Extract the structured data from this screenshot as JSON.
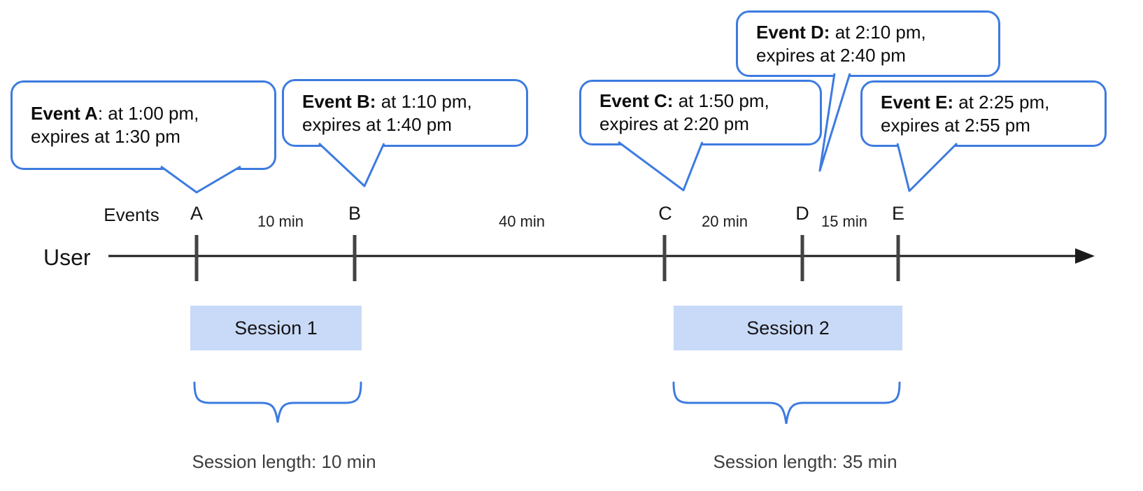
{
  "colors": {
    "accent_blue": "#3d7be0",
    "session_fill": "#c9daf8",
    "tick_gray": "#434343",
    "line_black": "#1b1b1b"
  },
  "timeline": {
    "user_label": "User",
    "events_label": "Events",
    "events": [
      {
        "letter": "A"
      },
      {
        "letter": "B"
      },
      {
        "letter": "C"
      },
      {
        "letter": "D"
      },
      {
        "letter": "E"
      }
    ],
    "intervals": [
      {
        "label": "10 min"
      },
      {
        "label": "40 min"
      },
      {
        "label": "20 min"
      },
      {
        "label": "15 min"
      }
    ]
  },
  "bubbles": [
    {
      "bold": "Event A",
      "rest": ": at 1:00 pm,",
      "line2": "expires at 1:30 pm"
    },
    {
      "bold": "Event B:",
      "rest": " at 1:10 pm,",
      "line2": "expires at 1:40 pm"
    },
    {
      "bold": "Event C:",
      "rest": " at 1:50 pm,",
      "line2": "expires at 2:20 pm"
    },
    {
      "bold": "Event D:",
      "rest": " at 2:10 pm,",
      "line2": "expires at 2:40 pm"
    },
    {
      "bold": "Event E:",
      "rest": " at 2:25 pm,",
      "line2": "expires at 2:55 pm"
    }
  ],
  "sessions": [
    {
      "label": "Session 1",
      "length_label": "Session length: 10 min"
    },
    {
      "label": "Session 2",
      "length_label": "Session length: 35 min"
    }
  ]
}
